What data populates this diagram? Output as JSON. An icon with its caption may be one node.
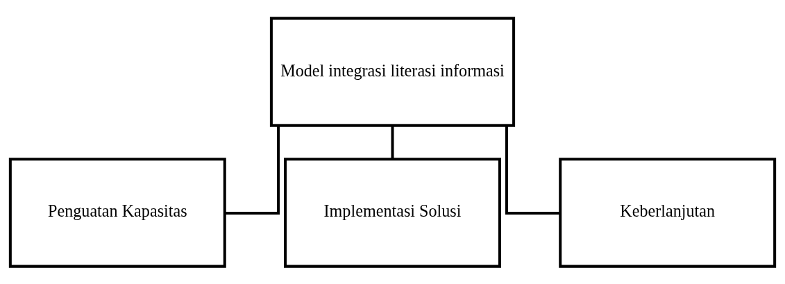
{
  "diagram": {
    "nodes": [
      {
        "text": [
          "Model integrasi literasi informasi"
        ]
      },
      {
        "text": [
          "Penguatan Kapasitas"
        ]
      },
      {
        "text": [
          "Implementasi Solusi"
        ]
      },
      {
        "text": [
          "Keberlanjutan"
        ]
      }
    ],
    "edges": [
      {
        "from": 0,
        "to": 1,
        "arrow": "none"
      },
      {
        "from": 0,
        "to": 2,
        "arrow": "none"
      },
      {
        "from": 0,
        "to": 3,
        "arrow": "none"
      }
    ]
  }
}
